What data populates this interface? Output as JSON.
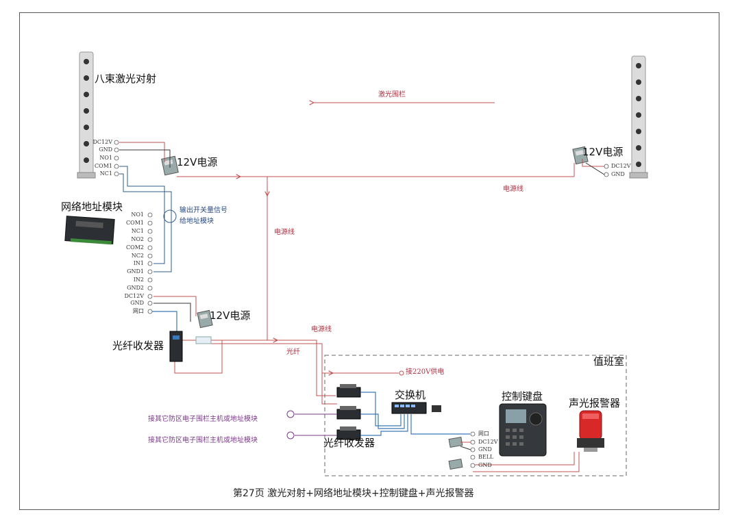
{
  "caption": "第27页  激光对射+网络地址模块+控制键盘+声光报警器",
  "labels": {
    "laser_beam": "八束激光对射",
    "laser_fence": "激光围栏",
    "psu_left": "12V电源",
    "psu_right": "12V电源",
    "psu_mid": "12V电源",
    "network_module": "网络地址模块",
    "output_signal_1": "输出开关量信号",
    "output_signal_2": "给地址模块",
    "power_line_1": "电源线",
    "power_line_2": "电源线",
    "power_line_3": "电源线",
    "fiber": "光纤",
    "fiber_transceiver_left": "光纤收发器",
    "duty_room": "值班室",
    "supply_220v": "接220V供电",
    "switch": "交换机",
    "control_keyboard": "控制键盘",
    "sound_light_alarm": "声光报警器",
    "other_zone_1": "接其它防区电子围栏主机或地址模块",
    "other_zone_2": "接其它防区电子围栏主机或地址模块",
    "fiber_transceiver_room": "光纤收发器"
  },
  "laser_left_pins": [
    "DC12V",
    "GND",
    "NO1",
    "COM1",
    "NC1"
  ],
  "laser_right_pins": [
    "DC12V",
    "GND"
  ],
  "module_pins": [
    "NO1",
    "COM1",
    "NC1",
    "NO2",
    "COM2",
    "NC2",
    "IN1",
    "GND1",
    "IN2",
    "GND2",
    "DC12V",
    "GND",
    "网口"
  ],
  "keyboard_pins": [
    "网口",
    "DC12V",
    "GND",
    "BELL",
    "GND"
  ],
  "colors": {
    "power": "#c0504d",
    "signal": "#2e5c8a",
    "fiber_blue": "#3b78b8",
    "dashed_border": "#666666"
  }
}
